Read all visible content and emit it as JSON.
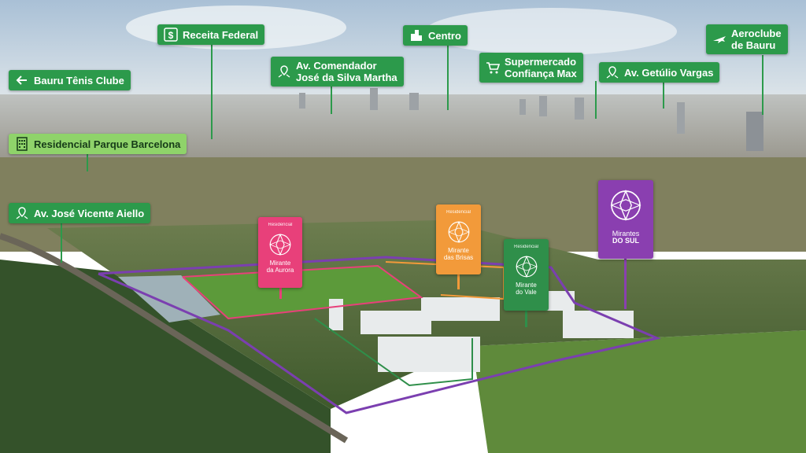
{
  "colors": {
    "label_green": "#2c9a4b",
    "label_light": "#8fd36a",
    "aurora": "#e8407a",
    "brisas": "#f29a3a",
    "vale": "#2f8f4a",
    "sul": "#8a3fb0",
    "perimeter": "#7b3fb0"
  },
  "labels": {
    "bauru_tenis": {
      "text": "Bauru Tênis Clube",
      "icon": "arrow-left-icon"
    },
    "receita": {
      "text": "Receita Federal",
      "icon": "dollar-icon"
    },
    "comendador": {
      "text": "Av. Comendador\nJosé da Silva Martha",
      "icon": "location-pin-icon"
    },
    "centro": {
      "text": "Centro",
      "icon": "buildings-icon"
    },
    "supermercado": {
      "text": "Supermercado\nConfiança Max",
      "icon": "shopping-cart-icon"
    },
    "getulio": {
      "text": "Av. Getúlio Vargas",
      "icon": "location-pin-icon"
    },
    "aeroclube": {
      "text": "Aeroclube\nde Bauru",
      "icon": "airplane-icon"
    },
    "barcelona": {
      "text": "Residencial Parque Barcelona",
      "icon": "building-icon"
    },
    "aiello": {
      "text": "Av. José Vicente Aiello",
      "icon": "location-pin-icon"
    }
  },
  "signs": {
    "aurora": {
      "small": "Residencial",
      "line1": "Mirante",
      "line2": "da Aurora"
    },
    "brisas": {
      "small": "Residencial",
      "line1": "Mirante",
      "line2": "das Brisas"
    },
    "vale": {
      "small": "Residencial",
      "line1": "Mirante",
      "line2": "do Vale"
    },
    "sul": {
      "line1": "Mirantes",
      "line2": "DO SUL"
    }
  }
}
